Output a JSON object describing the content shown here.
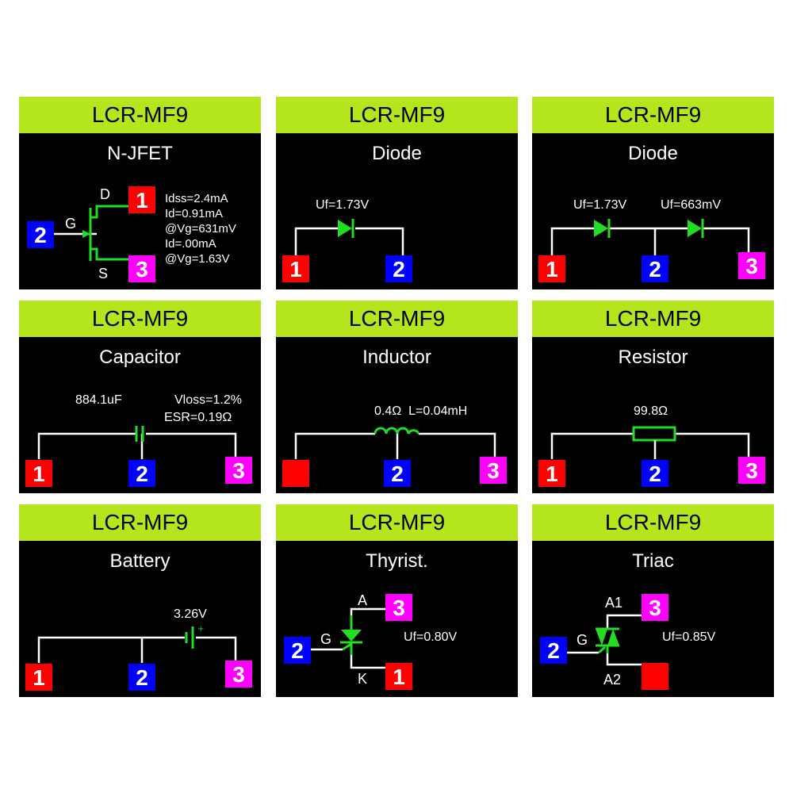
{
  "colors": {
    "header_bg": "#b5e61d",
    "screen_bg": "#000000",
    "wire": "#ffffff",
    "component": "#22dd22",
    "pin_red": "#ff0000",
    "pin_blue": "#0000ff",
    "pin_magenta": "#ff00ff"
  },
  "panels": [
    {
      "header": "LCR-MF9",
      "title": "N-JFET",
      "gate_label": "G",
      "drain_label": "D",
      "source_label": "S",
      "pins": [
        "2",
        "1",
        "3"
      ],
      "measurements": [
        "Idss=2.4mA",
        "Id=0.91mA",
        "@Vg=631mV",
        "Id=.00mA",
        "@Vg=1.63V"
      ]
    },
    {
      "header": "LCR-MF9",
      "title": "Diode",
      "value": "Uf=1.73V",
      "pins": [
        "1",
        "2"
      ]
    },
    {
      "header": "LCR-MF9",
      "title": "Diode",
      "value1": "Uf=1.73V",
      "value2": "Uf=663mV",
      "pins": [
        "1",
        "2",
        "3"
      ]
    },
    {
      "header": "LCR-MF9",
      "title": "Capacitor",
      "value": "884.1uF",
      "vloss": "Vloss=1.2%",
      "esr": "ESR=0.19Ω",
      "pins": [
        "1",
        "2",
        "3"
      ]
    },
    {
      "header": "LCR-MF9",
      "title": "Inductor",
      "value": "0.4Ω  L=0.04mH",
      "pins": [
        "",
        "2",
        "3"
      ]
    },
    {
      "header": "LCR-MF9",
      "title": "Resistor",
      "value": "99.8Ω",
      "pins": [
        "1",
        "2",
        "3"
      ]
    },
    {
      "header": "LCR-MF9",
      "title": "Battery",
      "value": "3.26V",
      "pins": [
        "1",
        "2",
        "3"
      ]
    },
    {
      "header": "LCR-MF9",
      "title": "Thyrist.",
      "anode_label": "A",
      "gate_label": "G",
      "cathode_label": "K",
      "value": "Uf=0.80V",
      "pins": [
        "2",
        "3",
        "1"
      ]
    },
    {
      "header": "LCR-MF9",
      "title": "Triac",
      "a1_label": "A1",
      "gate_label": "G",
      "a2_label": "A2",
      "value": "Uf=0.85V",
      "pins": [
        "2",
        "3",
        ""
      ]
    }
  ]
}
